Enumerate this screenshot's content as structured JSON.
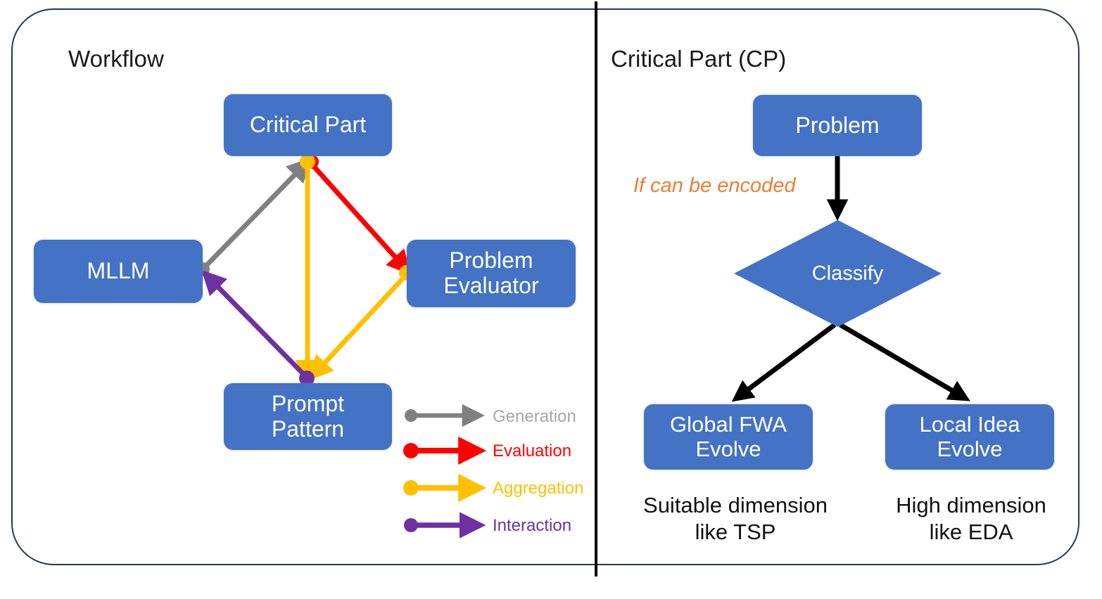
{
  "figure": {
    "panels": [
      {
        "id": "workflow",
        "title": "Workflow"
      },
      {
        "id": "critical_part",
        "title": "Critical Part (CP)"
      }
    ]
  },
  "workflow": {
    "title": "Workflow",
    "nodes": {
      "critical_part": "Critical Part",
      "mllm": "MLLM",
      "problem_evaluator": "Problem\nEvaluator",
      "prompt_pattern": "Prompt\nPattern"
    },
    "legend": [
      {
        "label": "Generation",
        "color": "#808080"
      },
      {
        "label": "Evaluation",
        "color": "#FF0000"
      },
      {
        "label": "Aggregation",
        "color": "#FFC000"
      },
      {
        "label": "Interaction",
        "color": "#7030A0"
      }
    ],
    "edges": [
      {
        "type": "Generation",
        "from": "MLLM",
        "to": "Critical Part",
        "color": "#808080"
      },
      {
        "type": "Evaluation",
        "from": "Critical Part",
        "to": "Problem Evaluator",
        "color": "#FF0000"
      },
      {
        "type": "Aggregation",
        "from": "Critical Part",
        "to": "Prompt Pattern",
        "color": "#FFC000"
      },
      {
        "type": "Aggregation",
        "from": "Problem Evaluator",
        "to": "Prompt Pattern",
        "color": "#FFC000"
      },
      {
        "type": "Interaction",
        "from": "Prompt Pattern",
        "to": "MLLM",
        "color": "#7030A0"
      }
    ]
  },
  "critical_part": {
    "title": "Critical Part (CP)",
    "nodes": {
      "problem": "Problem",
      "classify": "Classify",
      "global_fwa": "Global FWA\nEvolve",
      "local_idea": "Local Idea\nEvolve"
    },
    "condition_label": "If can be encoded",
    "captions": {
      "left": "Suitable dimension\nlike TSP",
      "right": "High dimension\nlike EDA"
    },
    "edges": [
      {
        "from": "Problem",
        "to": "Classify",
        "color": "#000000"
      },
      {
        "from": "Classify",
        "to": "Global FWA Evolve",
        "color": "#000000"
      },
      {
        "from": "Classify",
        "to": "Local Idea Evolve",
        "color": "#000000"
      }
    ]
  },
  "colors": {
    "node_blue": "#4472c4",
    "panel_border": "#22375c",
    "divider": "#000000",
    "accent_orange": "#ED7D31",
    "generation_gray": "#808080",
    "evaluation_red": "#FF0000",
    "aggregation_yellow": "#FFC000",
    "interaction_purple": "#7030A0"
  }
}
